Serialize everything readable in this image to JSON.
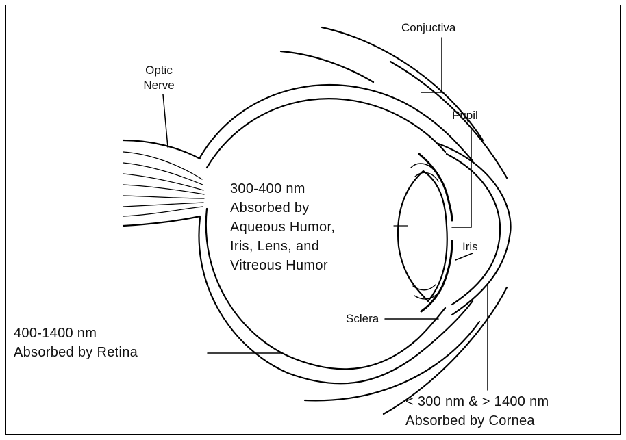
{
  "labels": {
    "conjuctiva": "Conjuctiva",
    "optic_nerve_line1": "Optic",
    "optic_nerve_line2": "Nerve",
    "pupil": "Pupil",
    "iris": "Iris",
    "sclera": "Sclera"
  },
  "notes": {
    "inner": {
      "line1": "300-400 nm",
      "line2": "Absorbed by",
      "line3": "Aqueous Humor,",
      "line4": "Iris, Lens, and",
      "line5": "Vitreous Humor"
    },
    "retina": {
      "line1": "400-1400 nm",
      "line2": "Absorbed by Retina"
    },
    "cornea": {
      "line1": "< 300 nm & > 1400 nm",
      "line2": "Absorbed by Cornea"
    }
  }
}
